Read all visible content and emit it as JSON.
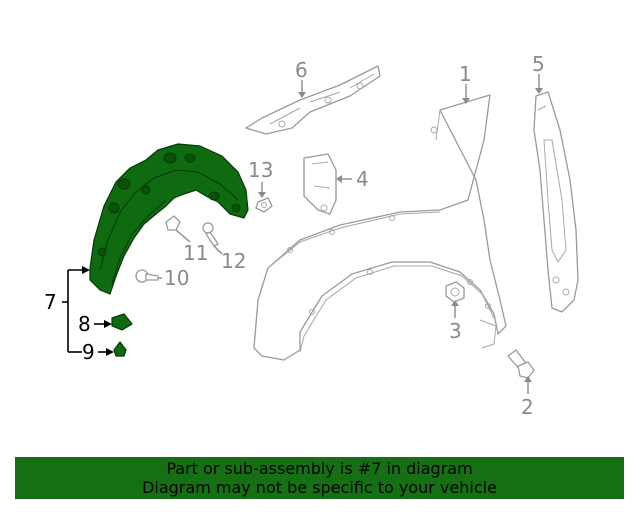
{
  "callouts": {
    "c1": "1",
    "c2": "2",
    "c3": "3",
    "c4": "4",
    "c5": "5",
    "c6": "6",
    "c7": "7",
    "c8": "8",
    "c9": "9",
    "c10": "10",
    "c11": "11",
    "c12": "12",
    "c13": "13"
  },
  "highlight": {
    "part_number": "7",
    "color": "#0f6b0f"
  },
  "banner": {
    "line1": "Part or sub-assembly is #7 in diagram",
    "line2": "Diagram may not be specific to your vehicle",
    "background": "#157013"
  }
}
